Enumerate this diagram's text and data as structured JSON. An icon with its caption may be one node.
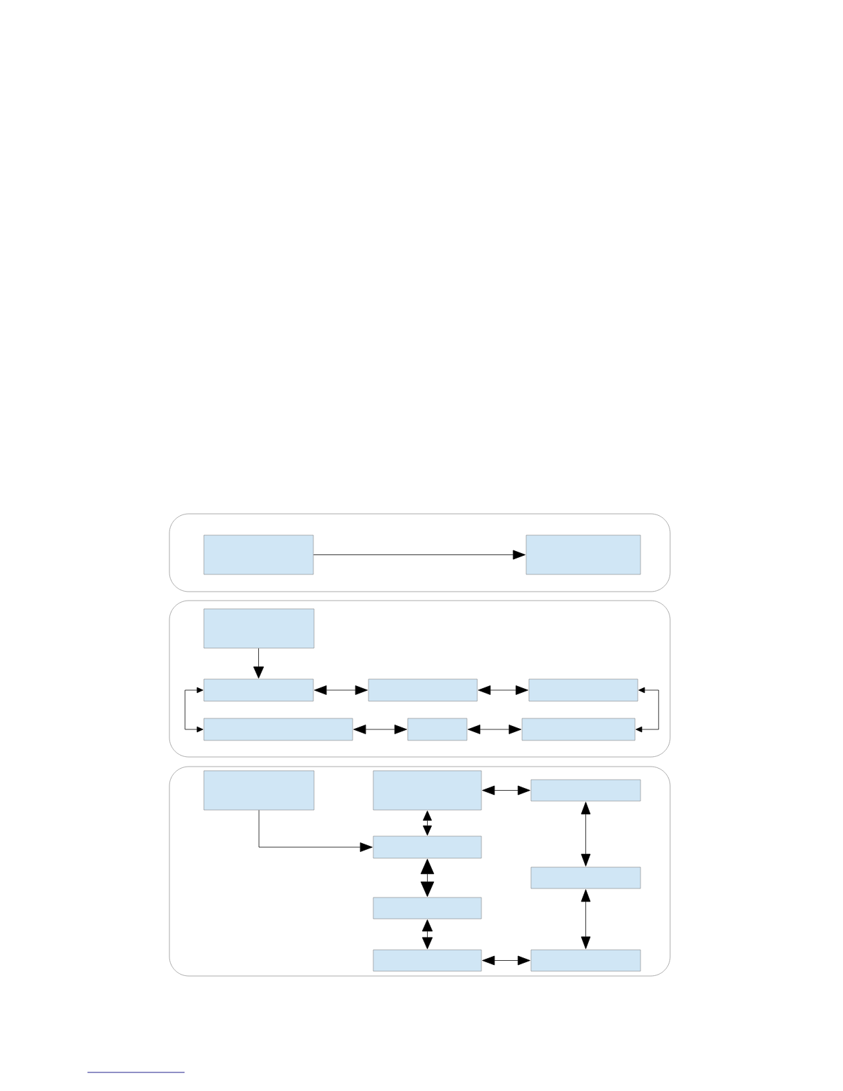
{
  "diagram": {
    "nodes": [
      {
        "text": [],
        "shape": "box"
      },
      {
        "text": [],
        "shape": "box",
        "in": 0
      },
      {
        "text": [],
        "shape": "box",
        "in": 0
      },
      {
        "text": [],
        "shape": "box"
      },
      {
        "text": [],
        "shape": "box",
        "in": 3
      },
      {
        "text": [],
        "shape": "box",
        "in": 3
      },
      {
        "text": [],
        "shape": "box",
        "in": 3
      },
      {
        "text": [],
        "shape": "box",
        "in": 3
      },
      {
        "text": [],
        "shape": "box",
        "in": 3
      },
      {
        "text": [],
        "shape": "box",
        "in": 3
      },
      {
        "text": [],
        "shape": "box",
        "in": 3
      },
      {
        "text": [],
        "shape": "box"
      },
      {
        "text": [],
        "shape": "box",
        "in": 11
      },
      {
        "text": [],
        "shape": "box",
        "in": 11
      },
      {
        "text": [],
        "shape": "box",
        "in": 11
      },
      {
        "text": [],
        "shape": "box",
        "in": 11
      },
      {
        "text": [],
        "shape": "box",
        "in": 11
      },
      {
        "text": [],
        "shape": "box",
        "in": 11
      },
      {
        "text": [],
        "shape": "box",
        "in": 11
      },
      {
        "text": [],
        "shape": "box",
        "in": 11
      }
    ],
    "edges": [
      {
        "from": 1,
        "to": 2,
        "arrow": "to"
      },
      {
        "from": 4,
        "to": 5,
        "arrow": "to"
      },
      {
        "from": 5,
        "to": 6,
        "arrow": "both"
      },
      {
        "from": 6,
        "to": 7,
        "arrow": "both"
      },
      {
        "from": 5,
        "to": 8,
        "arrow": "both"
      },
      {
        "from": 7,
        "to": 10,
        "arrow": "both"
      },
      {
        "from": 8,
        "to": 9,
        "arrow": "both"
      },
      {
        "from": 9,
        "to": 10,
        "arrow": "both"
      },
      {
        "from": 12,
        "to": 15,
        "arrow": "to"
      },
      {
        "from": 13,
        "to": 14,
        "arrow": "both"
      },
      {
        "from": 13,
        "to": 15,
        "arrow": "both"
      },
      {
        "from": 14,
        "to": 16,
        "arrow": "both"
      },
      {
        "from": 15,
        "to": 17,
        "arrow": "both"
      },
      {
        "from": 16,
        "to": 19,
        "arrow": "both"
      },
      {
        "from": 17,
        "to": 18,
        "arrow": "both"
      },
      {
        "from": 18,
        "to": 19,
        "arrow": "both"
      }
    ]
  }
}
